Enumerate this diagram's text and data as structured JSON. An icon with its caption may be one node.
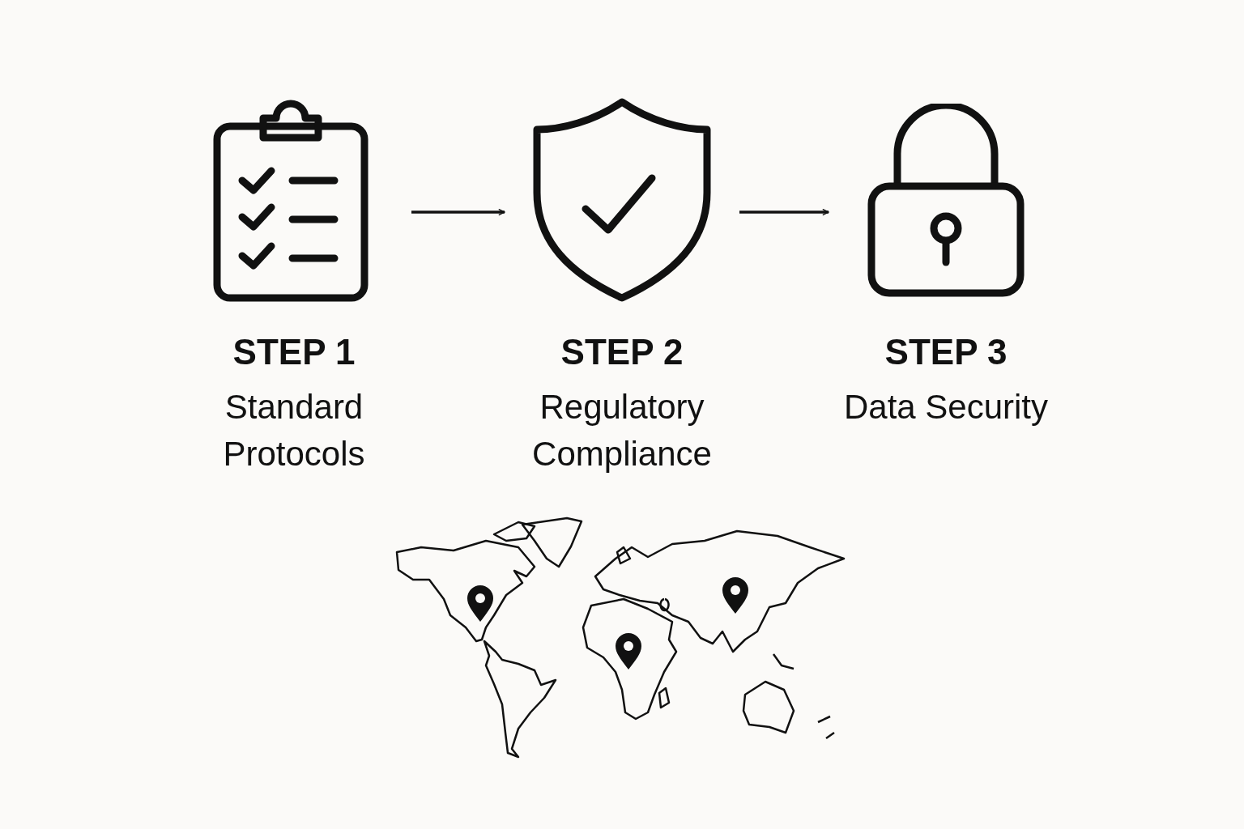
{
  "diagram": {
    "nodes": [
      {
        "text": [
          "STEP 1",
          "Standard Protocols"
        ]
      },
      {
        "text": [
          "STEP 2",
          "Regulatory Compliance"
        ]
      },
      {
        "text": [
          "STEP 3",
          "Data Security"
        ]
      }
    ],
    "edges": [
      {
        "from": 0,
        "to": 1,
        "arrow": "to"
      },
      {
        "from": 1,
        "to": 2,
        "arrow": "to"
      }
    ]
  }
}
